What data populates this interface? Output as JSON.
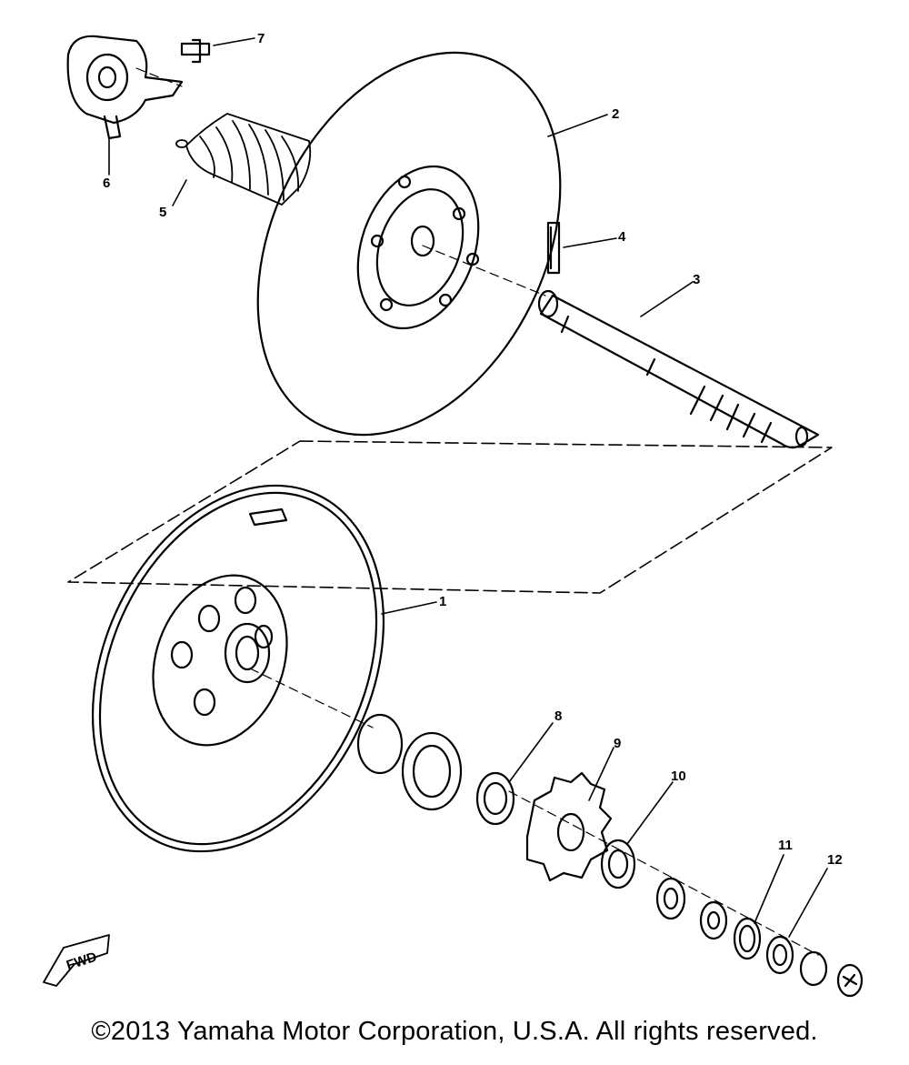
{
  "diagram": {
    "callouts": [
      "1",
      "2",
      "3",
      "4",
      "5",
      "6",
      "7",
      "8",
      "9",
      "10",
      "11",
      "12"
    ],
    "fwd_marker": "FWD"
  },
  "footer": {
    "copyright": "©2013 Yamaha Motor Corporation, U.S.A. All rights reserved."
  }
}
